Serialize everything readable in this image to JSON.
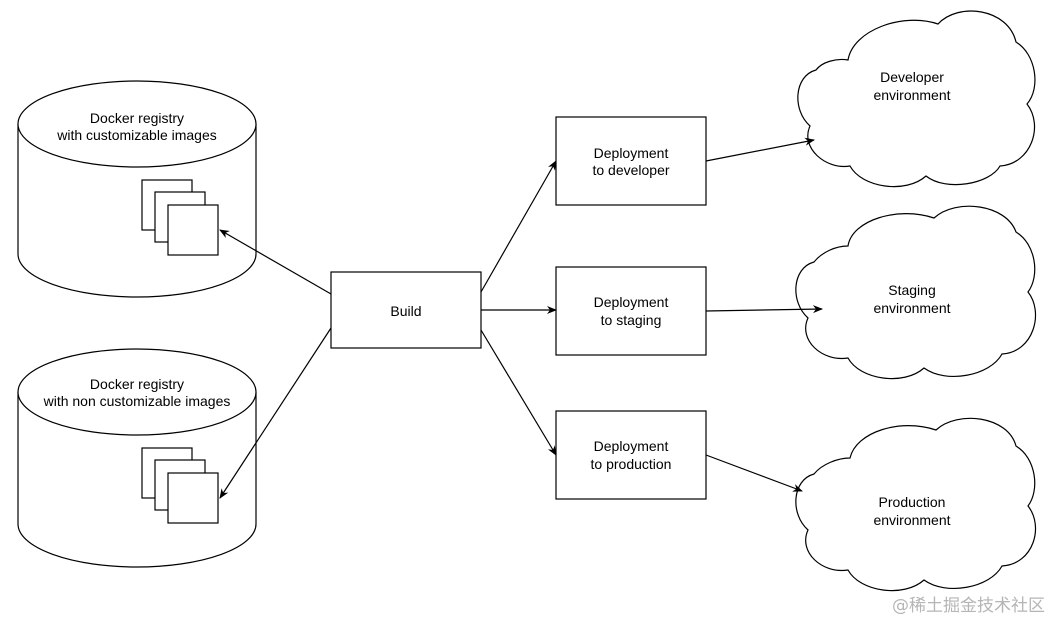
{
  "nodes": {
    "registry_custom": {
      "line1": "Docker registry",
      "line2": "with customizable images"
    },
    "registry_noncustom": {
      "line1": "Docker registry",
      "line2": "with non customizable images"
    },
    "build": {
      "label": "Build"
    },
    "deploy_dev": {
      "line1": "Deployment",
      "line2": "to developer"
    },
    "deploy_staging": {
      "line1": "Deployment",
      "line2": "to staging"
    },
    "deploy_prod": {
      "line1": "Deployment",
      "line2": "to production"
    },
    "env_dev": {
      "line1": "Developer",
      "line2": "environment"
    },
    "env_staging": {
      "line1": "Staging",
      "line2": "environment"
    },
    "env_prod": {
      "line1": "Production",
      "line2": "environment"
    }
  },
  "watermark": "@稀土掘金技术社区",
  "colors": {
    "stroke": "#000000",
    "fill": "#ffffff",
    "watermark": "#b5b5b5"
  }
}
